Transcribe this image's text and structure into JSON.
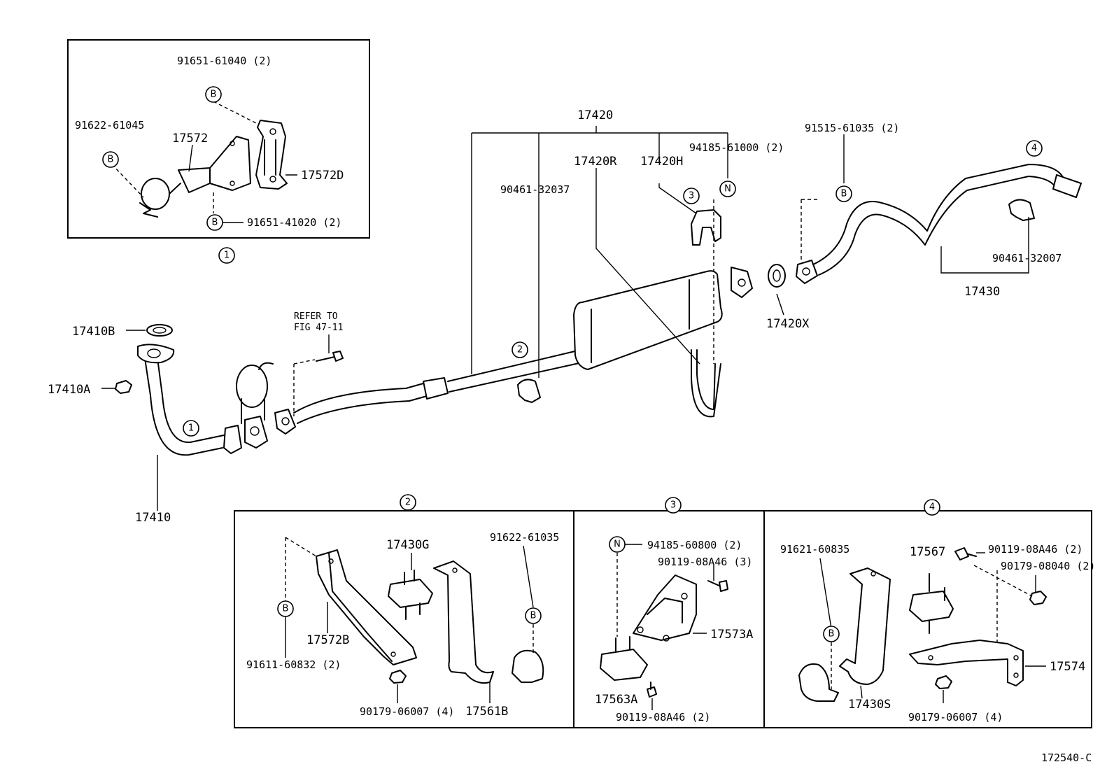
{
  "figure_code": "172540-C",
  "main_labels": {
    "p17420": "17420",
    "p17420R": "17420R",
    "p17420H": "17420H",
    "p94185_61000": "94185-61000 (2)",
    "p90461_32037": "90461-32037",
    "p91515_61035": "91515-61035 (2)",
    "p90461_32007": "90461-32007",
    "p17430": "17430",
    "p17420X": "17420X",
    "p17410B": "17410B",
    "p17410A": "17410A",
    "p17410": "17410",
    "refer_to_1": "REFER TO",
    "refer_to_2": "FIG 47-11"
  },
  "detail_1": {
    "p91651_61040": "91651-61040 (2)",
    "p91622_61045": "91622-61045",
    "p17572": "17572",
    "p17572D": "17572D",
    "p91651_41020": "91651-41020 (2)"
  },
  "detail_2": {
    "p17430G": "17430G",
    "p91622_61035": "91622-61035",
    "p17572B": "17572B",
    "p91611_60832": "91611-60832 (2)",
    "p90179_06007": "90179-06007 (4)",
    "p17561B": "17561B"
  },
  "detail_3": {
    "p94185_60800": "94185-60800 (2)",
    "p90119_08A46_3": "90119-08A46 (3)",
    "p17573A": "17573A",
    "p17563A": "17563A",
    "p90119_08A46_2": "90119-08A46 (2)"
  },
  "detail_4": {
    "p91621_60835": "91621-60835",
    "p17567": "17567",
    "p90119_08A46_2": "90119-08A46 (2)",
    "p90179_08040": "90179-08040 (2)",
    "p17574": "17574",
    "p17430S": "17430S",
    "p90179_06007": "90179-06007 (4)"
  },
  "callouts": {
    "one": "1",
    "two": "2",
    "three": "3",
    "four": "4",
    "B": "B",
    "N": "N"
  }
}
